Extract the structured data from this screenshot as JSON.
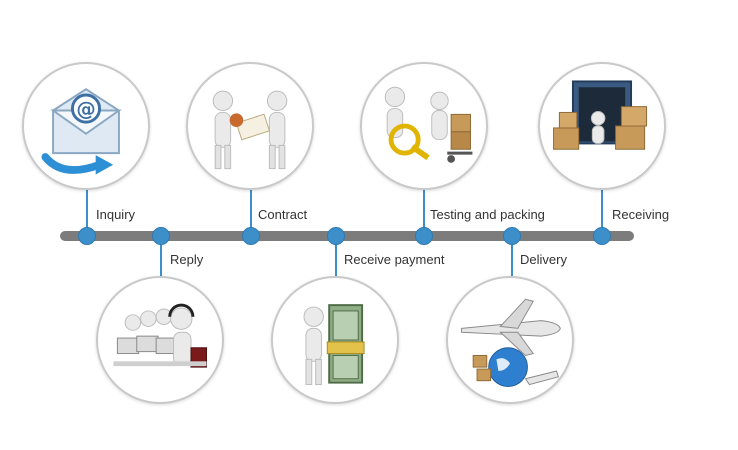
{
  "steps": {
    "inquiry": "Inquiry",
    "reply": "Reply",
    "contract": "Contract",
    "receive_payment": "Receive payment",
    "testing": "Testing and packing",
    "delivery": "Delivery",
    "receiving": "Receiving"
  },
  "colors": {
    "accent": "#3d8fc9",
    "timeline": "#7c7c7c",
    "circle_border": "#c9c9c9"
  },
  "icons": {
    "inquiry": "email-envelope-icon",
    "reply": "call-center-icon",
    "contract": "handshake-contract-icon",
    "receive_payment": "money-stack-icon",
    "testing": "magnifier-inspection-icon",
    "delivery": "airplane-globe-icon",
    "receiving": "shipping-container-icon"
  }
}
